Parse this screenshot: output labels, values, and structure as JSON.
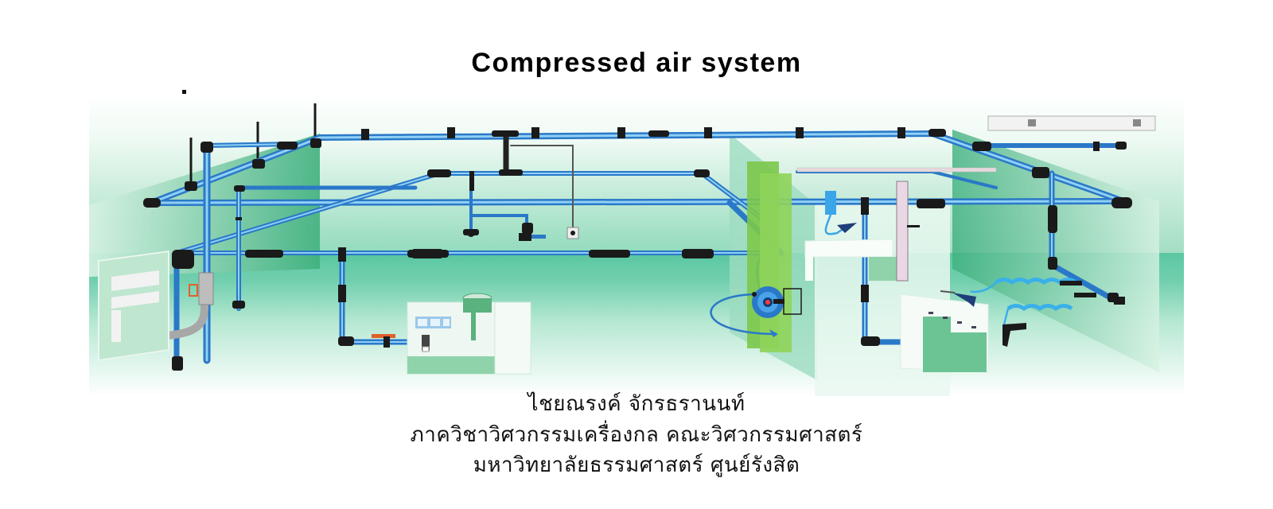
{
  "slide": {
    "title": "Compressed air system",
    "author": "ไชยณรงค์ จักรธรานนท์",
    "department": "ภาควิชาวิศวกรรมเครื่องกล คณะวิศวกรรมศาสตร์",
    "university": "มหาวิทยาลัยธรรมศาสตร์ ศูนย์รังสิต"
  },
  "illustration": {
    "subject": "compressed-air-piping-network",
    "components": [
      "main-ring-pipe",
      "ceiling-hangers",
      "drop-legs",
      "air-compressor-outlet-with-flex-hose",
      "filter-regulator-lubricator",
      "ball-valve",
      "machine-tool",
      "hose-reel",
      "workbench-with-blow-gun",
      "coiled-hose-air-tools",
      "workstation-block",
      "drain-points"
    ],
    "colors": {
      "pipe": "#3a8fd8",
      "pipe_highlight": "#8fd0f5",
      "fitting": "#1a1a1a",
      "wall_green": "#4fbf8a",
      "floor_mint": "#c9ecdc",
      "panel_green": "#7cc84a",
      "valve_orange": "#e0602a"
    }
  }
}
